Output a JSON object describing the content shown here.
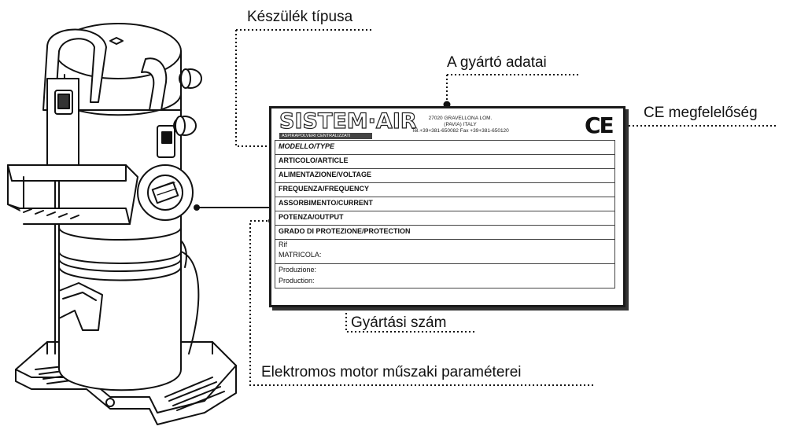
{
  "callouts": {
    "device_type": "Készülék típusa",
    "manufacturer": "A gyártó adatai",
    "ce": "CE megfelelőség",
    "serial": "Gyártási szám",
    "motor": "Elektromos motor műszaki paraméterei"
  },
  "plate": {
    "logo": "SISTEM·AIR",
    "logo_sub": "ASPIRAPOLVERI CENTRALIZZATI",
    "address_line1": "27020 GRAVELLONA LOM.",
    "address_line2": "(PAVIA) ITALY",
    "address_line3": "Tel.+39+381-650082 Fax +39+381-650120",
    "ce_mark": "CE",
    "rows": [
      "MODELLO/TYPE",
      "ARTICOLO/ARTICLE",
      "ALIMENTAZIONE/VOLTAGE",
      "FREQUENZA/FREQUENCY",
      "ASSORBIMENTO/CURRENT",
      "POTENZA/OUTPUT",
      "GRADO DI PROTEZIONE/PROTECTION"
    ],
    "rif": "Rif",
    "matricola": "MATRICOLA:",
    "produzione": "Produzione:",
    "production": "Production:"
  }
}
